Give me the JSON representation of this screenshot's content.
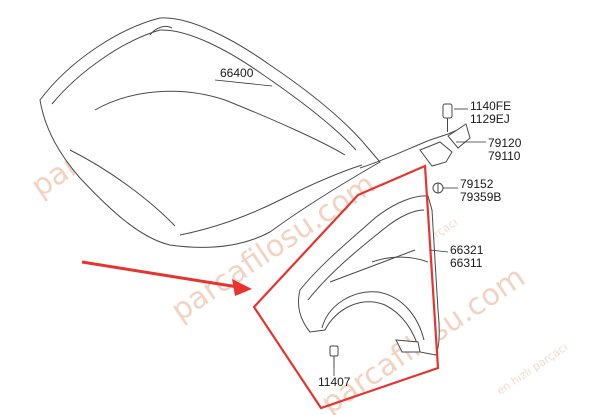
{
  "parts": {
    "hood": "66400",
    "bolt_a": "1140FE",
    "bolt_b": "1129EJ",
    "hinge_a": "79120",
    "hinge_b": "79110",
    "clip_a": "79152",
    "clip_b": "79359B",
    "fender_a": "66321",
    "fender_b": "66311",
    "screw": "11407"
  },
  "watermark": {
    "brand": "parcafilosu.com",
    "tagline": "en hızlı parçacı"
  },
  "colors": {
    "highlight": "#e8342f",
    "line": "#4a4a4a",
    "watermark": "#f3d2bf"
  }
}
